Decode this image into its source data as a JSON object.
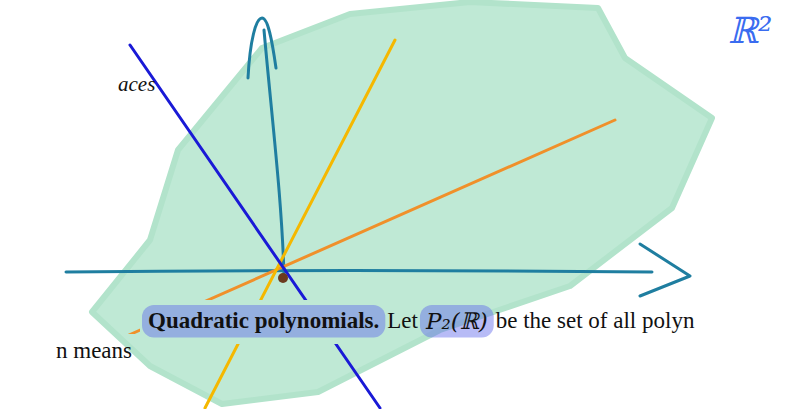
{
  "diagram": {
    "labels": [
      "aces",
      "ℝ²",
      "Quadratic polynomials.",
      "Let",
      "P₂(ℝ)",
      "be the set of all polyn",
      "n means"
    ]
  }
}
